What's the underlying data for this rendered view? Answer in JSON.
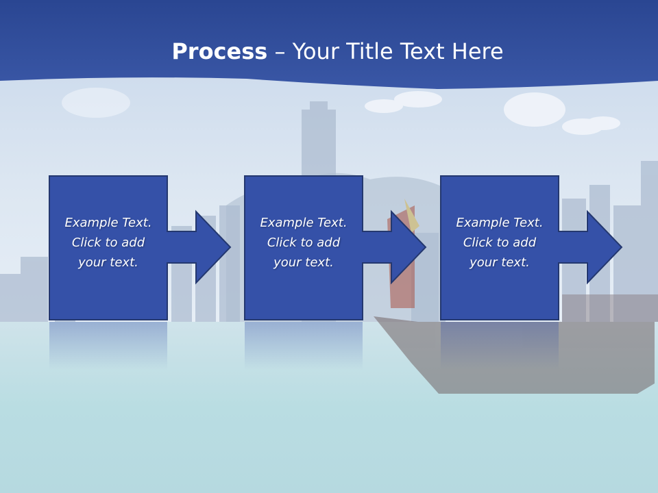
{
  "title": {
    "bold": "Process",
    "dash": " – ",
    "rest": "Your Title Text Here"
  },
  "steps": [
    {
      "line1": "Example Text.",
      "line2": "Click  to add",
      "line3": "your text."
    },
    {
      "line1": "Example Text.",
      "line2": "Click  to add",
      "line3": "your text."
    },
    {
      "line1": "Example Text.",
      "line2": "Click  to add",
      "line3": "your text."
    }
  ],
  "colors": {
    "header": "#2f4d9b",
    "box": "#3551a8",
    "box_border": "#24386f"
  }
}
